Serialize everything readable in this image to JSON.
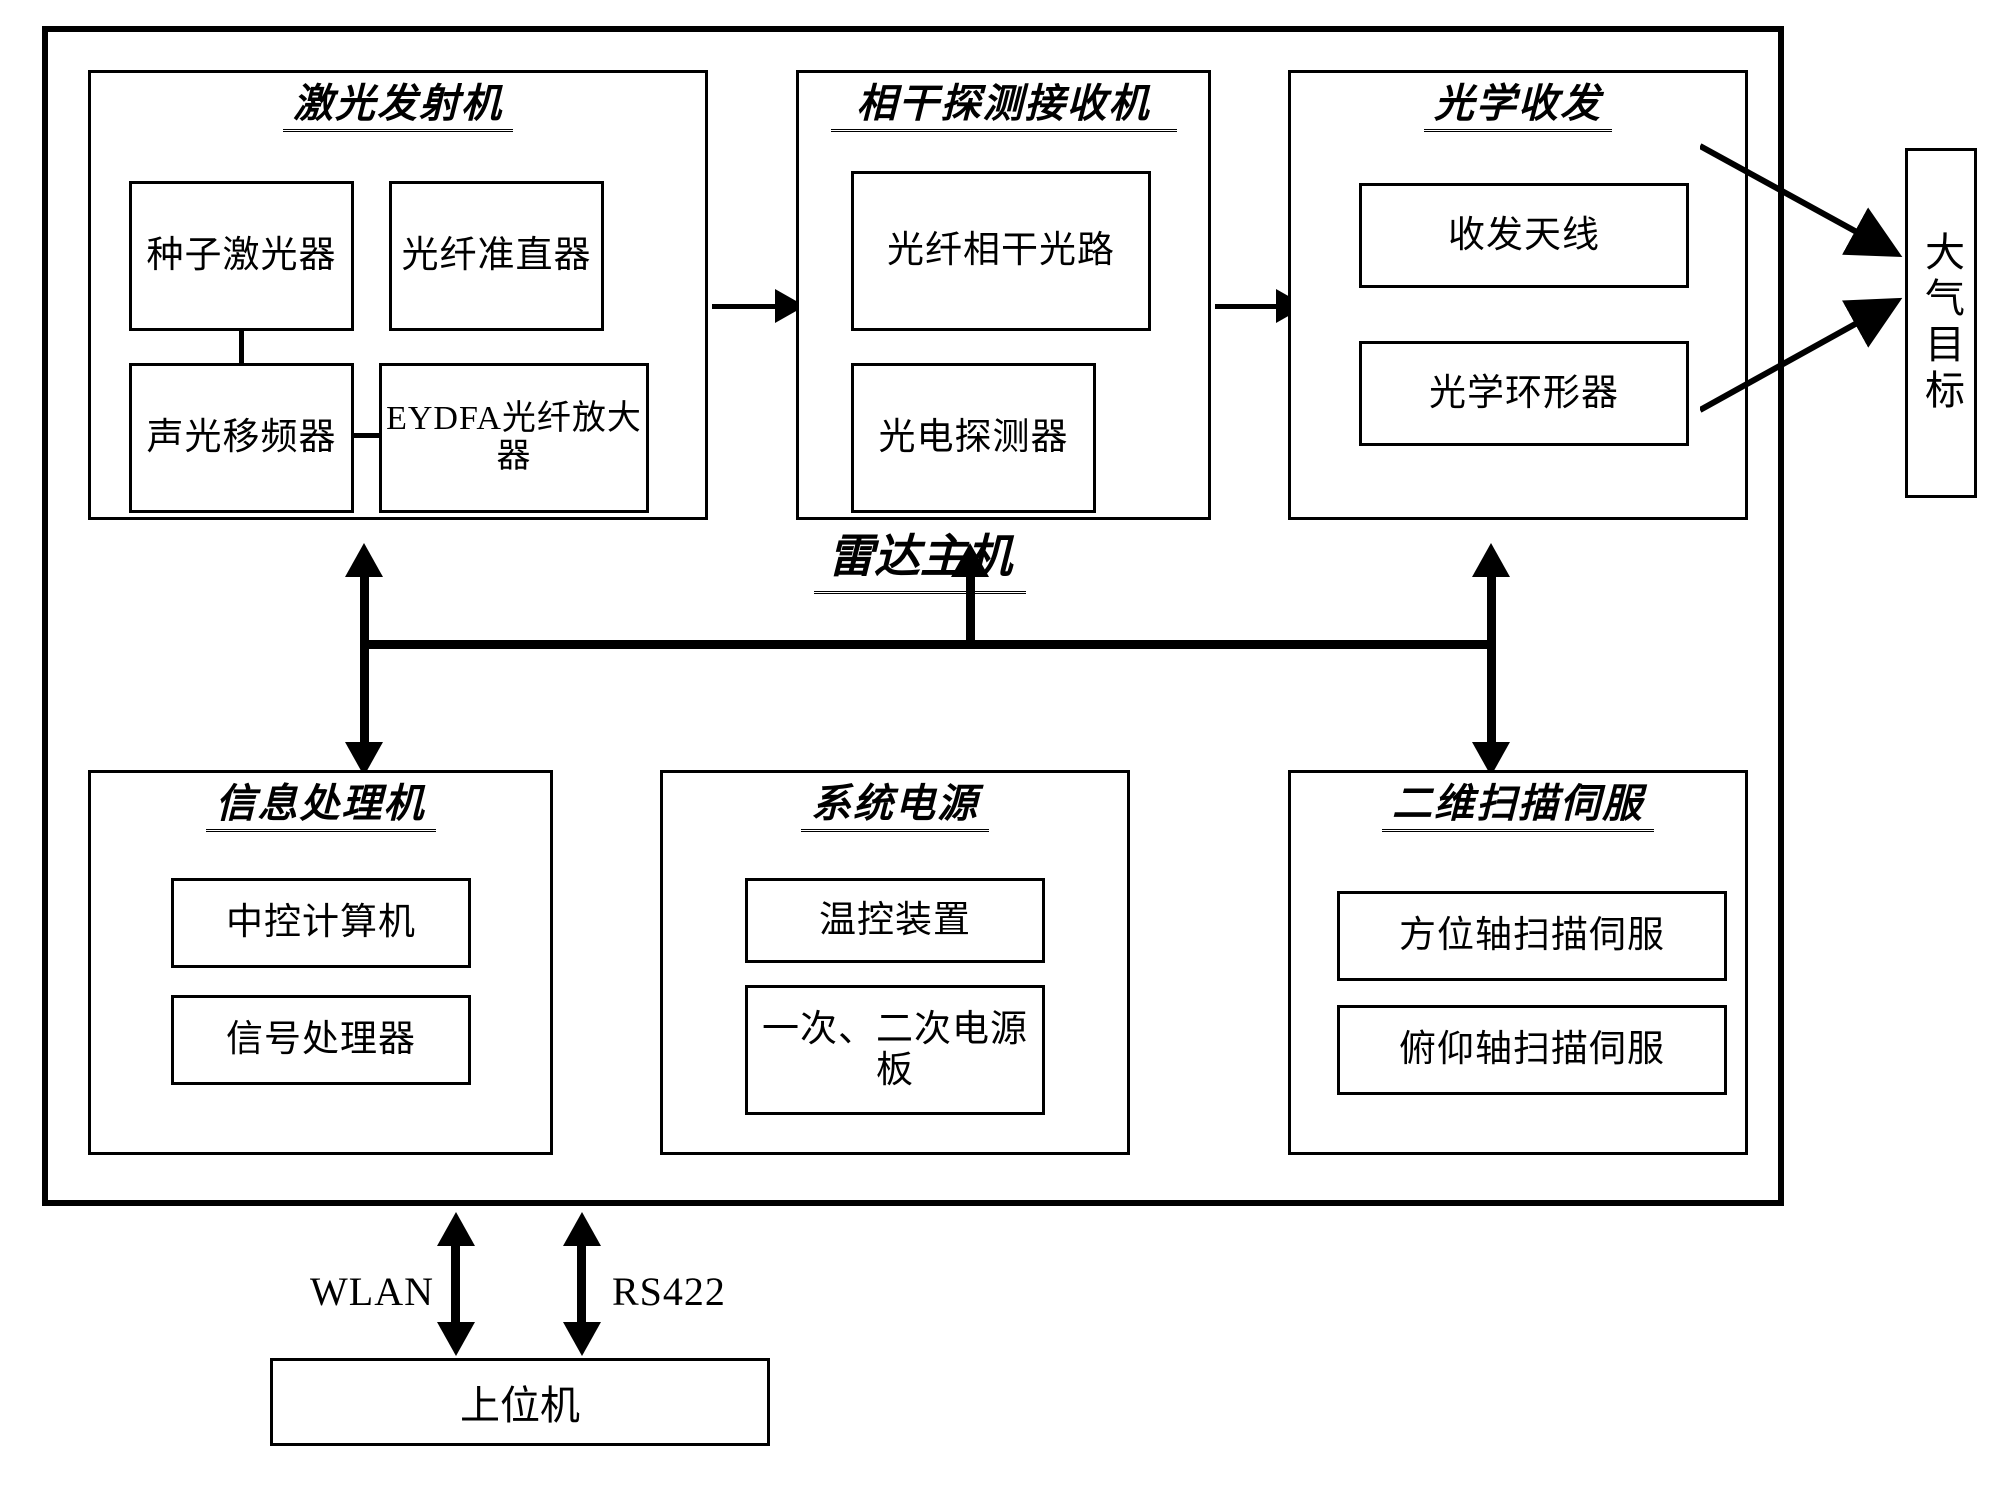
{
  "diagram": {
    "title_center": "雷达主机",
    "modules": {
      "laser_transmitter": {
        "title": "激光发射机",
        "parts": [
          "种子激光器",
          "光纤准直器",
          "声光移频器",
          "EYDFA光纤放大器"
        ]
      },
      "coherent_receiver": {
        "title": "相干探测接收机",
        "parts": [
          "光纤相干光路",
          "光电探测器"
        ]
      },
      "optical_transceiver": {
        "title": "光学收发",
        "parts": [
          "收发天线",
          "光学环形器"
        ]
      },
      "info_processor": {
        "title": "信息处理机",
        "parts": [
          "中控计算机",
          "信号处理器"
        ]
      },
      "system_power": {
        "title": "系统电源",
        "parts": [
          "温控装置",
          "一次、二次电源板"
        ]
      },
      "scan_servo": {
        "title": "二维扫描伺服",
        "parts": [
          "方位轴扫描伺服",
          "俯仰轴扫描伺服"
        ]
      }
    },
    "external": {
      "atmospheric_target": "大气目标",
      "host_computer": "上位机"
    },
    "link_labels": {
      "wlan": "WLAN",
      "rs422": "RS422"
    }
  }
}
